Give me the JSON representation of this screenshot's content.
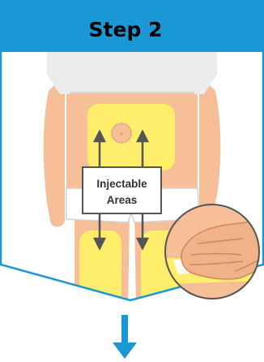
{
  "header": {
    "title": "Step 2"
  },
  "label": {
    "line1": "Injectable",
    "line2": "Areas"
  },
  "colors": {
    "header_bg": "#1a98d5",
    "frame": "#1a98d5",
    "skin": "#f7bf97",
    "skin_shadow": "#e9a97d",
    "injection_area": "#ffee6b",
    "shirt": "#ececec",
    "underwear": "#ffffff",
    "arrow": "#555555"
  },
  "icons": [
    "down-arrow-icon",
    "hand-pinch-icon"
  ]
}
